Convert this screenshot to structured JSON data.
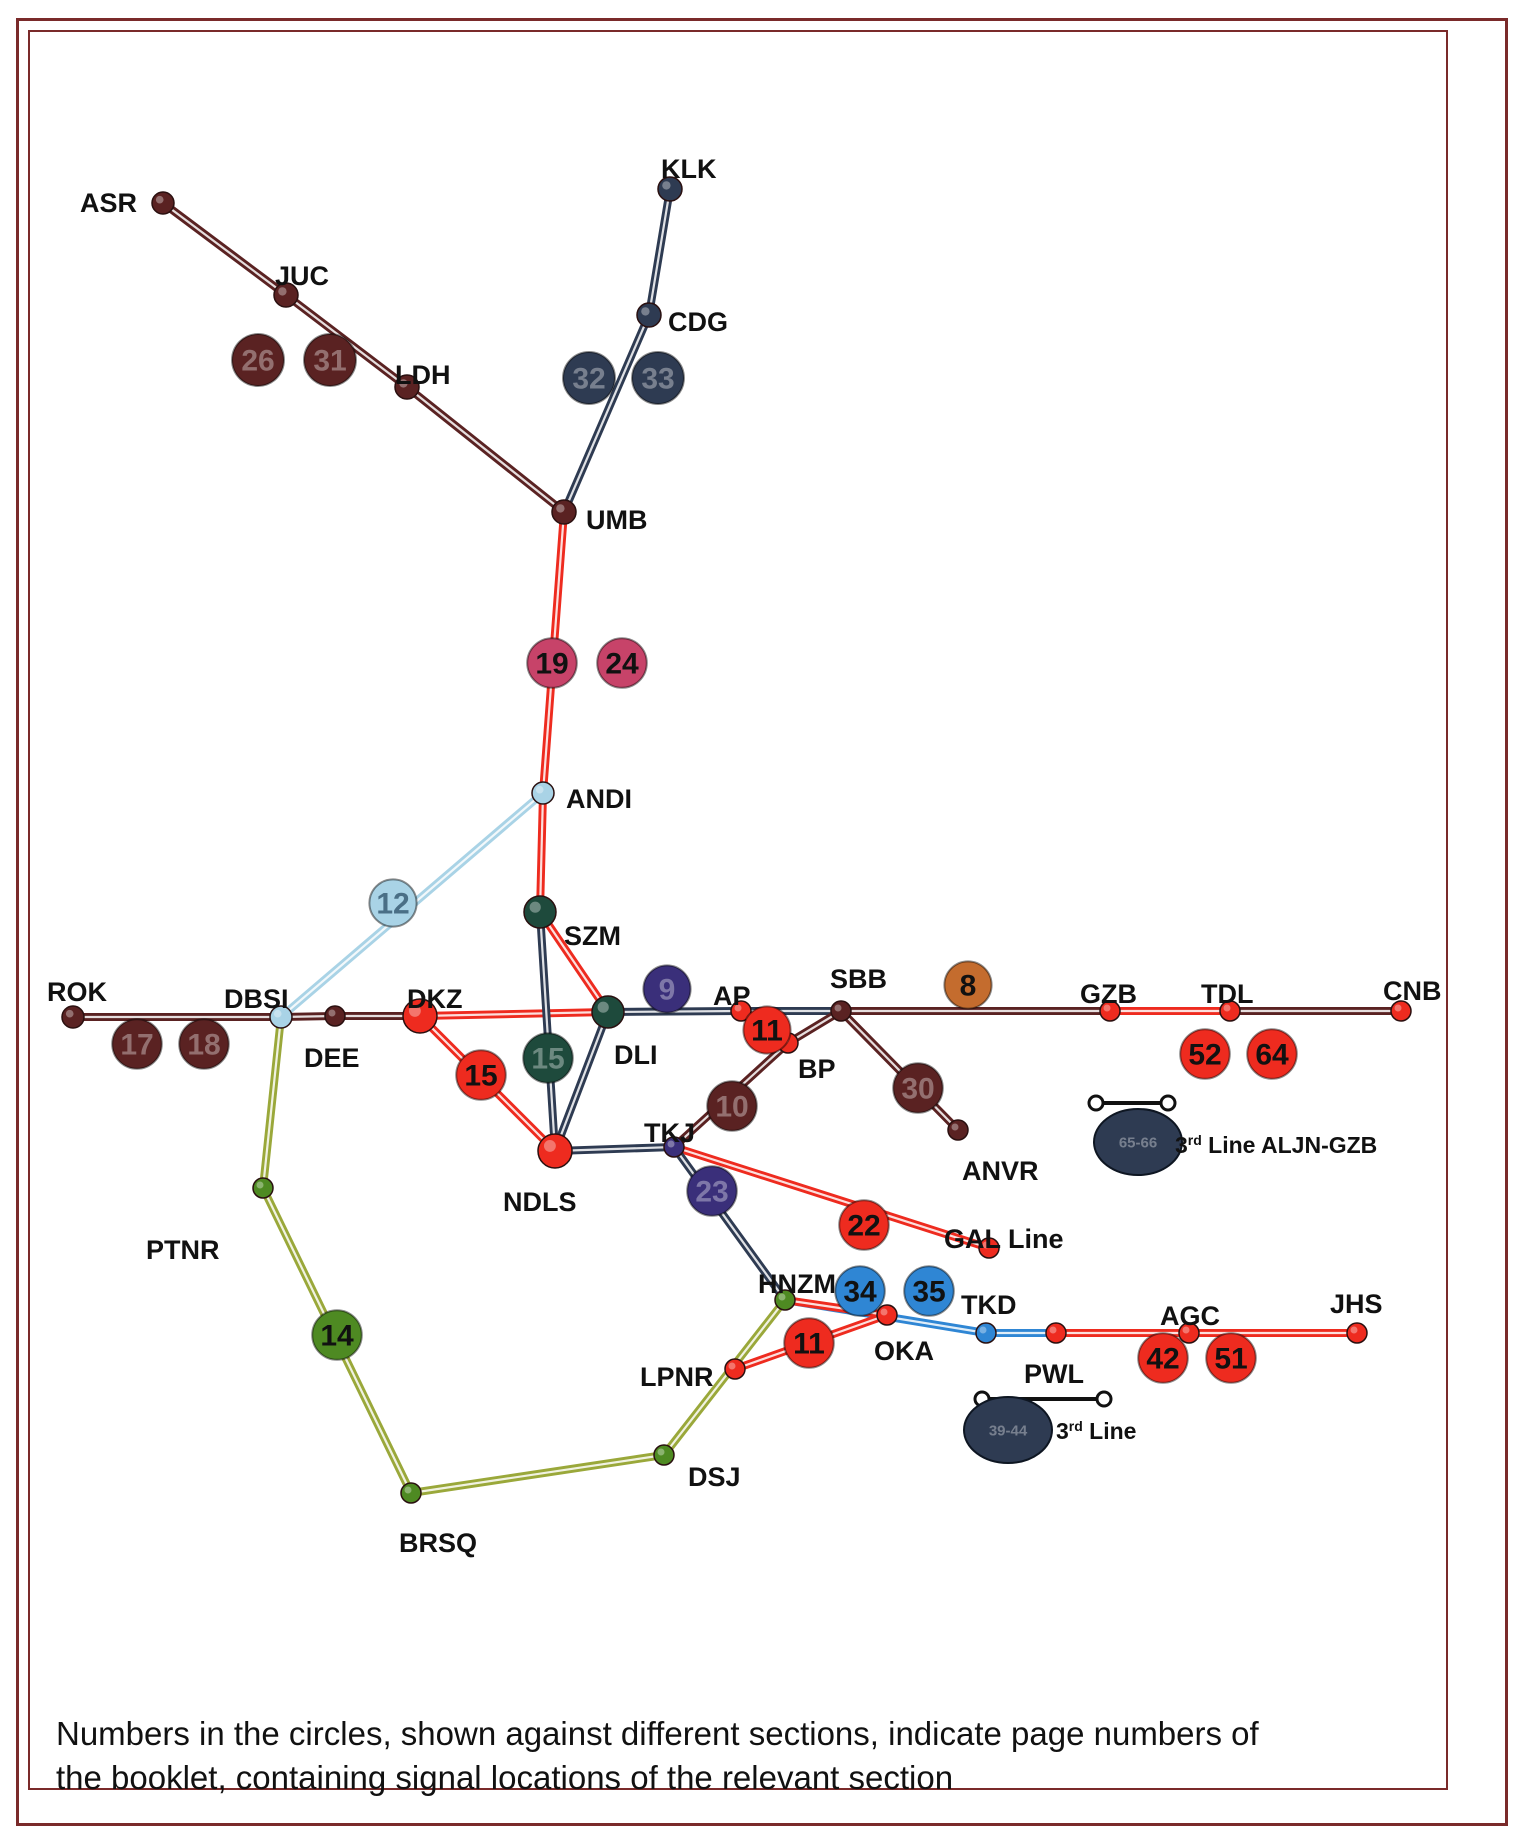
{
  "caption": {
    "line1": "Numbers in the circles, shown against different sections, indicate page numbers of",
    "line2": "the booklet, containing signal locations of the relevant section"
  },
  "colors": {
    "maroon": "#5a2222",
    "red": "#ee2b1f",
    "pink": "#c74369",
    "light_blue": "#a9d3e6",
    "navy": "#2e3b52",
    "olive": "#9aa83a",
    "green": "#4e8a22",
    "blue": "#2f86d4",
    "purple": "#3a2f7a",
    "dark_green": "#1e4a3c",
    "orange": "#c46c2e",
    "frame": "#7a2a2a"
  },
  "stations": [
    {
      "id": "ASR",
      "label": "ASR"
    },
    {
      "id": "JUC",
      "label": "JUC"
    },
    {
      "id": "LDH",
      "label": "LDH"
    },
    {
      "id": "KLK",
      "label": "KLK"
    },
    {
      "id": "CDG",
      "label": "CDG"
    },
    {
      "id": "UMB",
      "label": "UMB"
    },
    {
      "id": "ANDI",
      "label": "ANDI"
    },
    {
      "id": "SZM",
      "label": "SZM"
    },
    {
      "id": "ROK",
      "label": "ROK"
    },
    {
      "id": "DBSI",
      "label": "DBSI"
    },
    {
      "id": "DEE",
      "label": "DEE"
    },
    {
      "id": "DKZ",
      "label": "DKZ"
    },
    {
      "id": "DLI",
      "label": "DLI"
    },
    {
      "id": "AP",
      "label": "AP"
    },
    {
      "id": "SBB",
      "label": "SBB"
    },
    {
      "id": "BP",
      "label": "BP"
    },
    {
      "id": "GZB",
      "label": "GZB"
    },
    {
      "id": "TDL",
      "label": "TDL"
    },
    {
      "id": "CNB",
      "label": "CNB"
    },
    {
      "id": "ANVR",
      "label": "ANVR"
    },
    {
      "id": "NDLS",
      "label": "NDLS"
    },
    {
      "id": "TKJ",
      "label": "TKJ"
    },
    {
      "id": "PTNR",
      "label": "PTNR"
    },
    {
      "id": "GAL",
      "label": "GAL Line"
    },
    {
      "id": "HNZM",
      "label": "HNZM"
    },
    {
      "id": "TKD",
      "label": "TKD"
    },
    {
      "id": "OKA",
      "label": "OKA"
    },
    {
      "id": "LPNR",
      "label": "LPNR"
    },
    {
      "id": "PWL",
      "label": "PWL"
    },
    {
      "id": "AGC",
      "label": "AGC"
    },
    {
      "id": "JHS",
      "label": "JHS"
    },
    {
      "id": "DSJ",
      "label": "DSJ"
    },
    {
      "id": "BRSQ",
      "label": "BRSQ"
    }
  ],
  "page_markers": [
    {
      "id": "p26",
      "label": "26",
      "color": "maroon"
    },
    {
      "id": "p31",
      "label": "31",
      "color": "maroon"
    },
    {
      "id": "p32",
      "label": "32",
      "color": "navy"
    },
    {
      "id": "p33",
      "label": "33",
      "color": "navy"
    },
    {
      "id": "p19",
      "label": "19",
      "color": "pink"
    },
    {
      "id": "p24",
      "label": "24",
      "color": "pink"
    },
    {
      "id": "p12",
      "label": "12",
      "color": "light_blue"
    },
    {
      "id": "p9",
      "label": "9",
      "color": "purple"
    },
    {
      "id": "p8",
      "label": "8",
      "color": "orange"
    },
    {
      "id": "p17",
      "label": "17",
      "color": "maroon"
    },
    {
      "id": "p18",
      "label": "18",
      "color": "maroon"
    },
    {
      "id": "p11a",
      "label": "11",
      "color": "red"
    },
    {
      "id": "p15a",
      "label": "15",
      "color": "red"
    },
    {
      "id": "p15b",
      "label": "15",
      "color": "dark_green"
    },
    {
      "id": "p10",
      "label": "10",
      "color": "maroon"
    },
    {
      "id": "p30",
      "label": "30",
      "color": "maroon"
    },
    {
      "id": "p52",
      "label": "52",
      "color": "red"
    },
    {
      "id": "p64",
      "label": "64",
      "color": "red"
    },
    {
      "id": "p23",
      "label": "23",
      "color": "purple"
    },
    {
      "id": "p22",
      "label": "22",
      "color": "red"
    },
    {
      "id": "p14",
      "label": "14",
      "color": "green"
    },
    {
      "id": "p34",
      "label": "34",
      "color": "blue"
    },
    {
      "id": "p35",
      "label": "35",
      "color": "blue"
    },
    {
      "id": "p11b",
      "label": "11",
      "color": "red"
    },
    {
      "id": "p42",
      "label": "42",
      "color": "red"
    },
    {
      "id": "p51",
      "label": "51",
      "color": "red"
    },
    {
      "id": "p6566",
      "label": "65-66",
      "color": "navy"
    },
    {
      "id": "p3944",
      "label": "39-44",
      "color": "navy"
    }
  ],
  "third_lines": [
    {
      "id": "aljn-gzb",
      "label": "3rd Line  ALJN-GZB"
    },
    {
      "id": "pwl",
      "label": "3rd Line"
    }
  ]
}
